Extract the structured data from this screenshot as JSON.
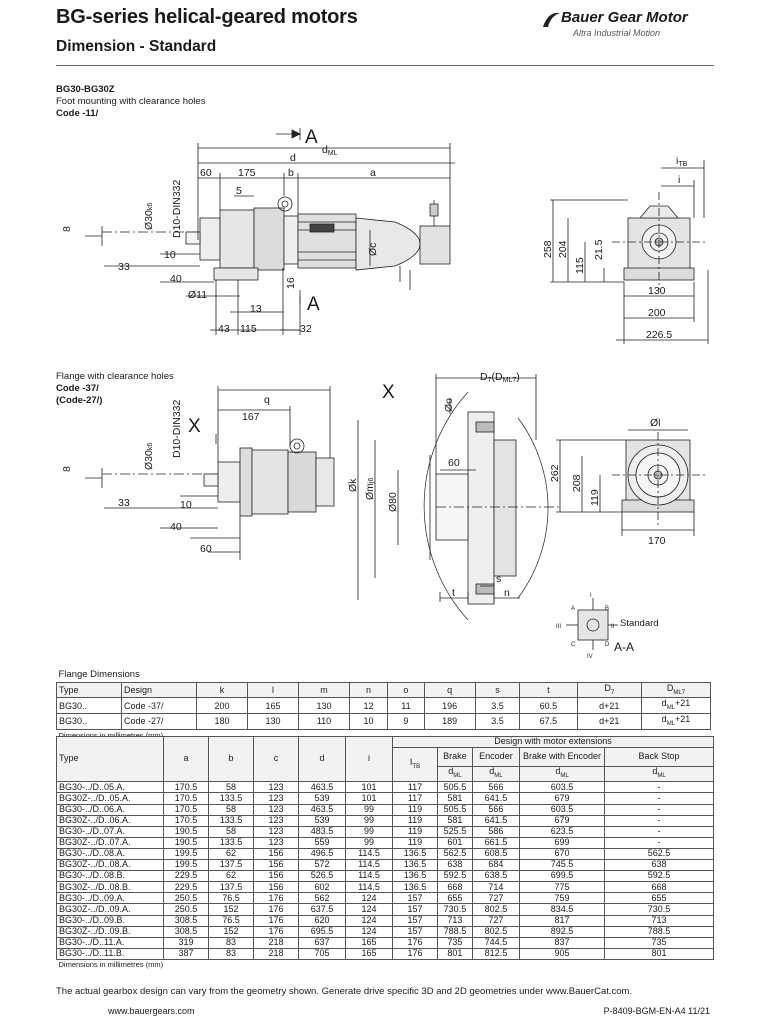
{
  "header": {
    "title": "BG-series helical-geared motors",
    "subtitle": "Dimension - Standard",
    "brand_name": "Bauer Gear Motor",
    "brand_tagline": "Altra Industrial Motion"
  },
  "section_foot": {
    "model": "BG30-BG30Z",
    "description": "Foot mounting with clearance holes",
    "code": "Code -11/"
  },
  "section_flange": {
    "description": "Flange with clearance holes",
    "code": "Code -37/",
    "code_alt": "(Code-27/)"
  },
  "drawing_labels": {
    "section_letter": "A",
    "section_view_letter": "X",
    "dml": "d",
    "dml_sub": "ML",
    "d": "d",
    "a": "a",
    "b": "b",
    "d60": "60",
    "d175": "175",
    "d5": "5",
    "shaft": "Ø30",
    "shaft_sub": "k6",
    "din": "D10-DIN332",
    "d8": "8",
    "d10": "10",
    "d33": "33",
    "d40": "40",
    "d11": "Ø11",
    "d13": "13",
    "d16": "16",
    "d43": "43",
    "d115": "115",
    "d32": "32",
    "c": "Øc",
    "itb": "i",
    "itb_sub": "TB",
    "i": "i",
    "d258": "258",
    "d204": "204",
    "d115v": "115",
    "d21_5": "21.5",
    "d130": "130",
    "d200": "200",
    "d226_5": "226.5",
    "q": "q",
    "d167": "167",
    "d7": "D",
    "d7_sub": "7",
    "d7_paren": "(D",
    "d7_paren_sub": "ML7",
    "o": "Øo",
    "k": "Øk",
    "m": "Øm",
    "m_sub": "j6",
    "d80": "Ø80",
    "d60b": "60",
    "t": "t",
    "n": "n",
    "s": "s",
    "l": "Øl",
    "d262": "262",
    "d208": "208",
    "d119": "119",
    "d170": "170",
    "standard": "Standard",
    "aa": "A-A",
    "pos_I": "I",
    "pos_II": "II",
    "pos_III": "III",
    "pos_IV": "IV",
    "pos_A": "A",
    "pos_B": "B",
    "pos_C": "C",
    "pos_D": "D"
  },
  "flange_table": {
    "caption": "Flange Dimensions",
    "headers": [
      "Type",
      "Design",
      "k",
      "l",
      "m",
      "n",
      "o",
      "q",
      "s",
      "t",
      "D7",
      "DML7"
    ],
    "header_D7": "D",
    "header_D7_sub": "7",
    "header_DML7": "D",
    "header_DML7_sub": "ML7",
    "rows": [
      [
        "BG30..",
        "Code -37/",
        "200",
        "165",
        "130",
        "12",
        "11",
        "196",
        "3.5",
        "60.5",
        "d+21",
        "d",
        "+21"
      ],
      [
        "BG30..",
        "Code -27/",
        "180",
        "130",
        "110",
        "10",
        "9",
        "189",
        "3.5",
        "67.5",
        "d+21",
        "d",
        "+21"
      ]
    ],
    "dml_sub": "ML",
    "footnote": "Dimensions in millimetres (mm)"
  },
  "main_table": {
    "h_type": "Type",
    "h_a": "a",
    "h_b": "b",
    "h_c": "c",
    "h_d": "d",
    "h_i": "i",
    "h_group": "Design with motor extensions",
    "h_itb": "I",
    "h_itb_sub": "TB",
    "h_brake": "Brake",
    "h_encoder": "Encoder",
    "h_brake_enc": "Brake with Encoder",
    "h_backstop": "Back Stop",
    "h_dml": "d",
    "h_dml_sub": "ML",
    "rows": [
      [
        "BG30-../D..05.A.",
        "170.5",
        "58",
        "123",
        "463.5",
        "101",
        "117",
        "505.5",
        "566",
        "603.5",
        "-"
      ],
      [
        "BG30Z-../D..05.A.",
        "170.5",
        "133.5",
        "123",
        "539",
        "101",
        "117",
        "581",
        "641.5",
        "679",
        "-"
      ],
      [
        "BG30-../D..06.A.",
        "170.5",
        "58",
        "123",
        "463.5",
        "99",
        "119",
        "505.5",
        "566",
        "603.5",
        "-"
      ],
      [
        "BG30Z-../D..06.A.",
        "170.5",
        "133.5",
        "123",
        "539",
        "99",
        "119",
        "581",
        "641.5",
        "679",
        "-"
      ],
      [
        "BG30-../D..07.A.",
        "190.5",
        "58",
        "123",
        "483.5",
        "99",
        "119",
        "525.5",
        "586",
        "623.5",
        "-"
      ],
      [
        "BG30Z-../D..07.A.",
        "190.5",
        "133.5",
        "123",
        "559",
        "99",
        "119",
        "601",
        "661.5",
        "699",
        "-"
      ],
      [
        "BG30-../D..08.A.",
        "199.5",
        "62",
        "156",
        "496.5",
        "114.5",
        "136.5",
        "562.5",
        "608.5",
        "670",
        "562.5"
      ],
      [
        "BG30Z-../D..08.A.",
        "199.5",
        "137.5",
        "156",
        "572",
        "114.5",
        "136.5",
        "638",
        "684",
        "745.5",
        "638"
      ],
      [
        "BG30-../D..08.B.",
        "229.5",
        "62",
        "156",
        "526.5",
        "114.5",
        "136.5",
        "592.5",
        "638.5",
        "699.5",
        "592.5"
      ],
      [
        "BG30Z-../D..08.B.",
        "229.5",
        "137.5",
        "156",
        "602",
        "114.5",
        "136.5",
        "668",
        "714",
        "775",
        "668"
      ],
      [
        "BG30-../D..09.A.",
        "250.5",
        "76.5",
        "176",
        "562",
        "124",
        "157",
        "655",
        "727",
        "759",
        "655"
      ],
      [
        "BG30Z-../D..09.A.",
        "250.5",
        "152",
        "176",
        "637.5",
        "124",
        "157",
        "730.5",
        "802.5",
        "834.5",
        "730.5"
      ],
      [
        "BG30-../D..09.B.",
        "308.5",
        "76.5",
        "176",
        "620",
        "124",
        "157",
        "713",
        "727",
        "817",
        "713"
      ],
      [
        "BG30Z-../D..09.B.",
        "308.5",
        "152",
        "176",
        "695.5",
        "124",
        "157",
        "788.5",
        "802.5",
        "892.5",
        "788.5"
      ],
      [
        "BG30-../D..11.A.",
        "319",
        "83",
        "218",
        "637",
        "165",
        "176",
        "735",
        "744.5",
        "837",
        "735"
      ],
      [
        "BG30-../D..11.B.",
        "387",
        "83",
        "218",
        "705",
        "165",
        "176",
        "801",
        "812.5",
        "905",
        "801"
      ]
    ],
    "footnote": "Dimensions in millimetres (mm)"
  },
  "disclaimer": "The actual gearbox design can vary from the geometry shown. Generate drive specific 3D and 2D geometries under www.BauerCat.com.",
  "footer": {
    "website": "www.bauergears.com",
    "doc_code": "P-8409-BGM-EN-A4  11/21"
  }
}
